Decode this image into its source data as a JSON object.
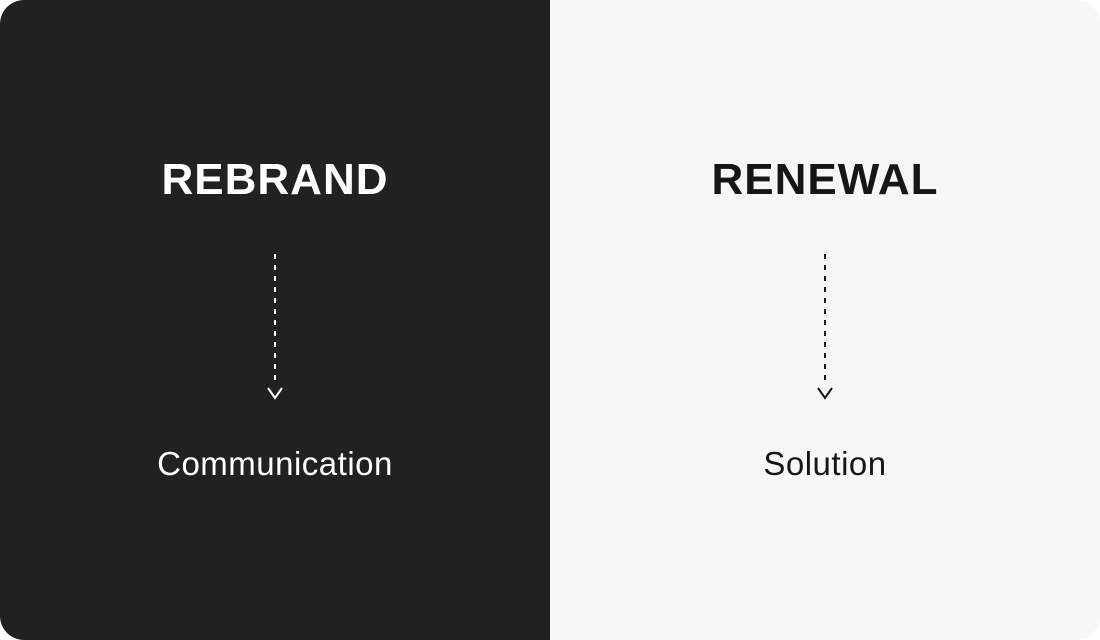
{
  "diagram": {
    "left": {
      "title": "REBRAND",
      "label": "Communication",
      "background_color": "#212121",
      "text_color": "#ffffff",
      "arrow_icon": "dashed-arrow-down-icon"
    },
    "right": {
      "title": "RENEWAL",
      "label": "Solution",
      "background_color": "#f7f7f7",
      "text_color": "#161616",
      "arrow_icon": "dashed-arrow-down-icon"
    }
  }
}
